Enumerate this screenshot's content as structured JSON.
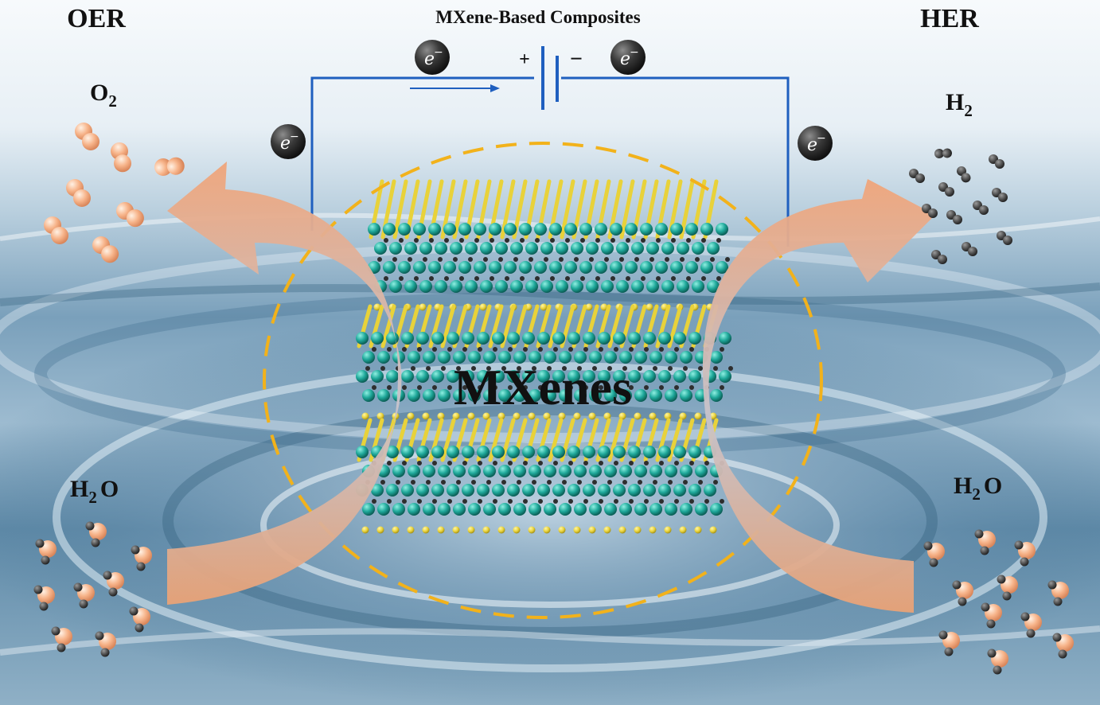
{
  "title": "MXene-Based Composites",
  "left_reaction": "OER",
  "right_reaction": "HER",
  "center_label": "MXenes",
  "electron": {
    "symbol": "e",
    "charge": "−"
  },
  "battery": {
    "plus": "+",
    "minus": "−"
  },
  "left_product": {
    "base": "O",
    "sub": "2"
  },
  "right_product": {
    "base": "H",
    "sub": "2"
  },
  "left_reactant": {
    "pre": "H",
    "sub": "2",
    "post": "O"
  },
  "right_reactant": {
    "pre": "H",
    "sub": "2",
    "post": "O"
  },
  "colors": {
    "wire": "#1f5fbf",
    "dashed_circle": "#f2b21b",
    "arrow": "#f0a070",
    "oxygen_atom": "#f7b48a",
    "hydrogen_atom": "#5a5a5a",
    "mxene_teal": "#1fa89a",
    "mxene_yellow": "#e8d23a",
    "water_light": "#dbe8f2",
    "water_dark": "#3f6e8e"
  },
  "icons": [
    "electron-icon",
    "battery-icon",
    "oxygen-molecule-icon",
    "hydrogen-molecule-icon",
    "water-molecule-icon",
    "mxene-structure-icon"
  ]
}
